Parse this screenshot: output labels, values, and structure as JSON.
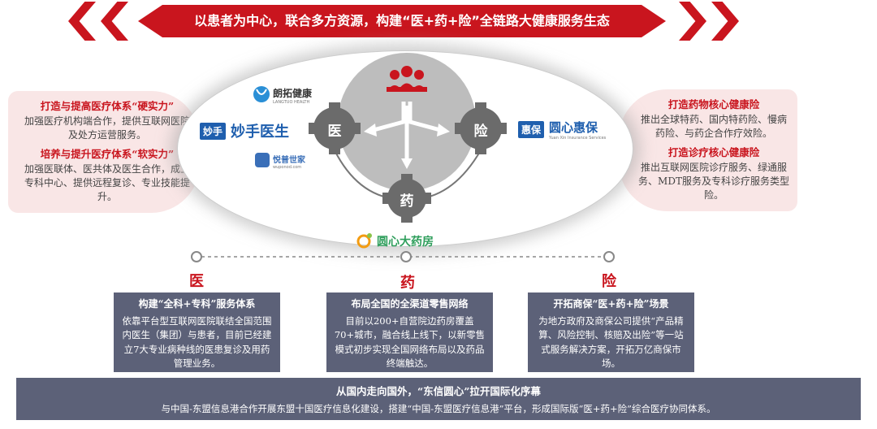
{
  "banner": {
    "text": "以患者为中心，联合多方资源，构建“医+药+险”全链路大健康服务生态"
  },
  "left_panel": {
    "h1": "打造与提高医疗体系“硬实力”",
    "p1": "加强医疗机构端合作，提供互联网医院及处方运营服务。",
    "h2": "培养与提升医疗体系“软实力”",
    "p2": "加强医联体、医共体及医生合作，成立专科中心、提供远程复诊、专业技能提升。"
  },
  "right_panel": {
    "h1": "打造药物核心健康险",
    "p1": "推出全球特药、国内特药险、慢病药险、与药企合作疗效险。",
    "h2": "打造诊疗核心健康险",
    "p2": "推出互联网医院诊疗服务、绿通服务、MDT服务及专科诊疗服务类型险。"
  },
  "nodes": {
    "yi": "医",
    "yao": "药",
    "xian": "险"
  },
  "logos": {
    "langtuo": "朗拓健康",
    "langtuo_sub": "LANGTUO HEALTH",
    "miaoshou_badge": "妙手",
    "miaoshou": "妙手医生",
    "yuepu": "悦普世家",
    "yuepu_sub": "wuponod.com",
    "huibao_badge": "惠保",
    "huibao": "圆心惠保",
    "huibao_sub": "Yuan Xin Insurance Services",
    "pharmacy": "圆心大药房"
  },
  "columns": [
    {
      "label": "医",
      "title": "构建“全科+专科”服务体系",
      "body": "依靠平台型互联网医院联结全国范围内医生（集团）与患者，目前已经建立7大专业病种线的医患复诊及用药管理业务。"
    },
    {
      "label": "药",
      "title": "布局全国的全渠道零售网络",
      "body": "目前以200+自营院边药房覆盖70+城市，融合线上线下，以新零售模式初步实现全国网络布局以及药品终端触达。"
    },
    {
      "label": "险",
      "title": "开拓商保“医+药+险”场景",
      "body": "为地方政府及商保公司提供“产品精算、风险控制、核赔及出险”等一站式服务解决方案，开拓万亿商保市场。"
    }
  ],
  "footer": {
    "title": "从国内走向国外，“东信圆心”拉开国际化序幕",
    "desc": "与中国-东盟信息港合作开展东盟十国医疗信息化建设，搭建“中国-东盟医疗信息港”平台，形成国际版“医+药+险”综合医疗协同体系。"
  },
  "colors": {
    "accent": "#c9151e",
    "box": "#5c6178",
    "node_gray": "#6b6b6b",
    "panel_bg": "#f9e6e6"
  }
}
